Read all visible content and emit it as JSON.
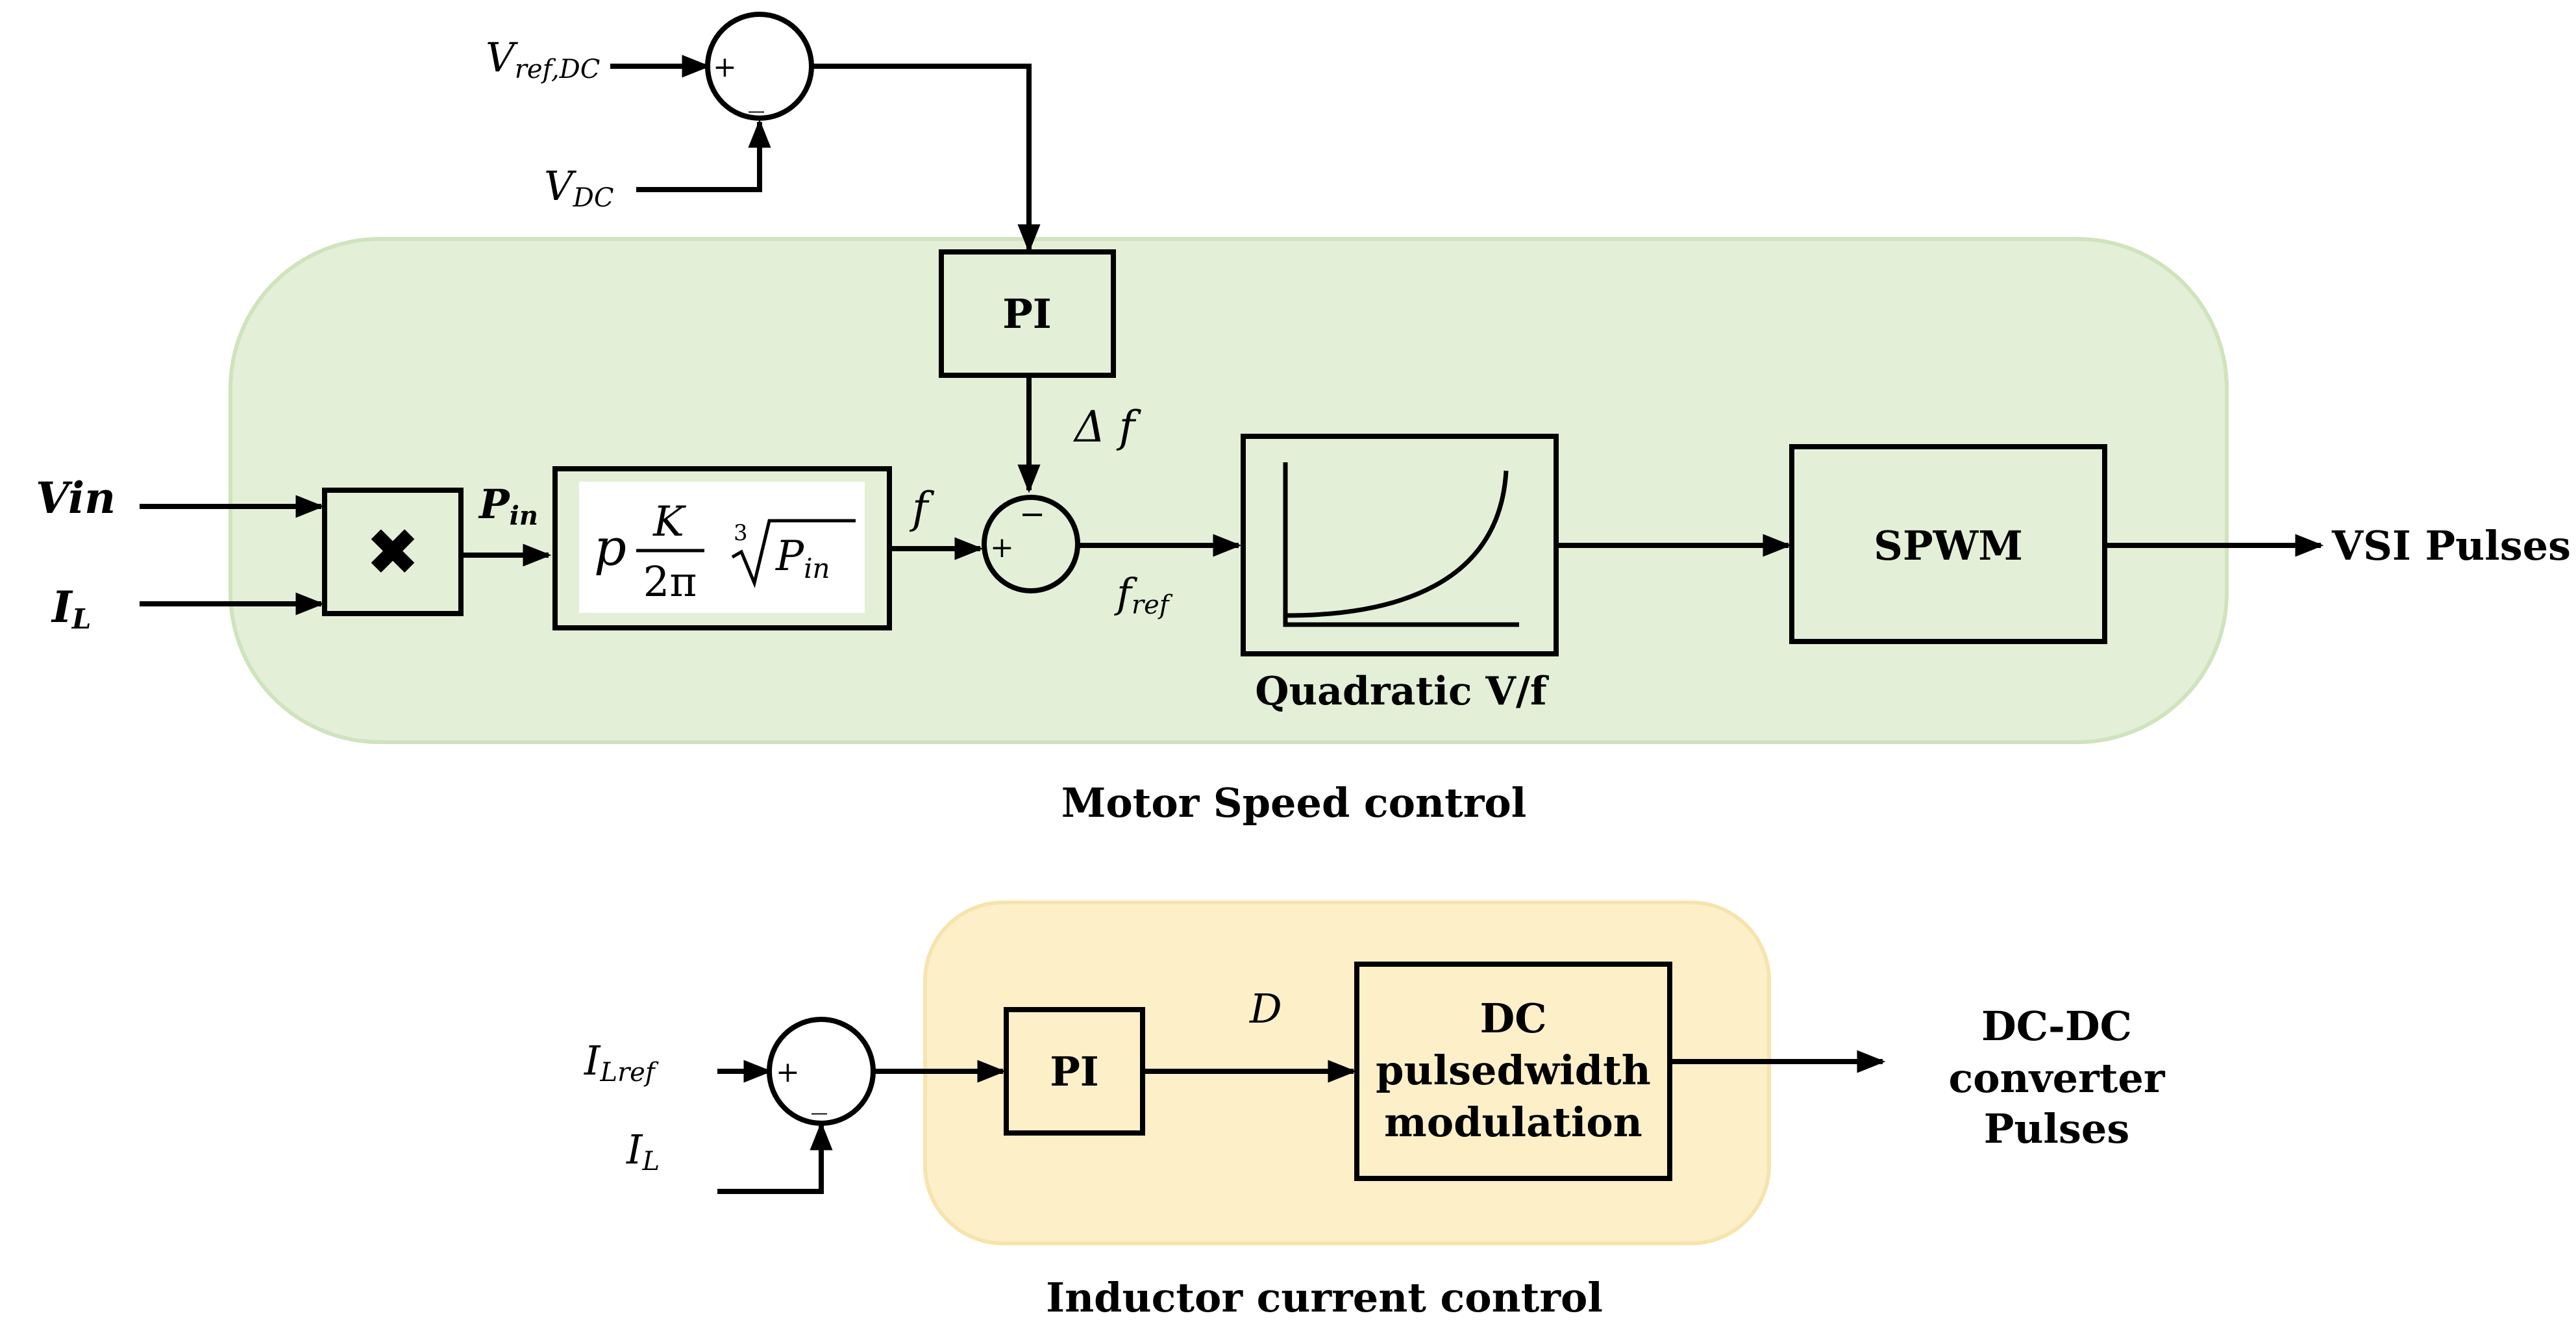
{
  "colors": {
    "motor_region_fill": "#e3efd7",
    "motor_region_stroke": "#cfe3bd",
    "inductor_region_fill": "#fdf0c9",
    "inductor_region_stroke": "#f7e4ad",
    "formula_box_fill": "#ffffff",
    "line": "#000000"
  },
  "top_loop": {
    "vref_main": "V",
    "vref_sub": "ref,DC",
    "vdc_main": "V",
    "vdc_sub": "DC",
    "sum_plus": "+",
    "sum_minus": "_"
  },
  "motor_speed": {
    "region_label": "Motor Speed control",
    "pi_label": "PI",
    "delta_f_label": "Δ f",
    "input_vin": "Vin",
    "input_il_main": "I",
    "input_il_sub": "L",
    "multiplier_symbol": "✖",
    "pin_main": "P",
    "pin_sub": "in",
    "formula": {
      "p": "p",
      "numerator": "K",
      "denominator": "2π",
      "root_index": "3",
      "radicand_main": "P",
      "radicand_sub": "in"
    },
    "f_label": "f",
    "fref_main": "f",
    "fref_sub": "ref",
    "sum_plus": "+",
    "sum_minus": "−",
    "vf_label": "Quadratic V/f",
    "spwm_label": "SPWM",
    "output_label": "VSI Pulses"
  },
  "inductor": {
    "region_label": "Inductor current  control",
    "ilref_main": "I",
    "ilref_sub": "Lref",
    "il_main": "I",
    "il_sub": "L",
    "sum_plus": "+",
    "sum_minus": "_",
    "pi_label": "PI",
    "d_label": "D",
    "dc_pwm_lines": [
      "DC",
      "pulsedwidth",
      "modulation"
    ],
    "output_lines": [
      "DC-DC",
      "converter",
      "Pulses"
    ]
  }
}
